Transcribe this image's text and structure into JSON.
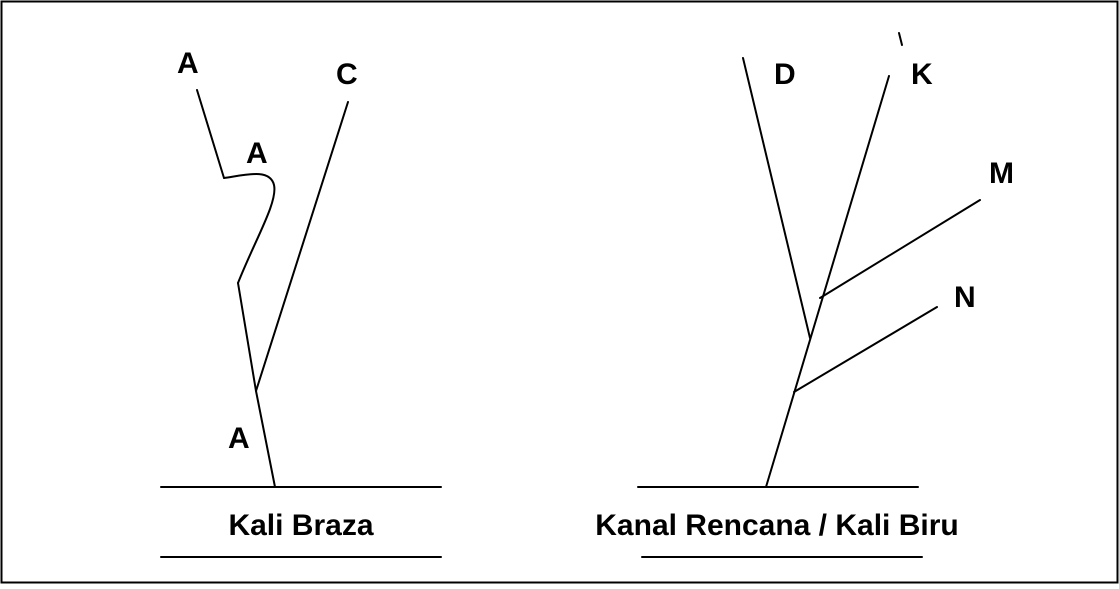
{
  "diagrams": {
    "left": {
      "river_name": "Kali Braza",
      "labels": {
        "top_branch": "A",
        "middle_branch": "A",
        "bottom_trunk": "A",
        "right_branch": "C"
      }
    },
    "right": {
      "river_name": "Kanal Rencana / Kali Biru",
      "labels": {
        "branch_d": "D",
        "branch_k": "K",
        "branch_m": "M",
        "branch_n": "N"
      }
    }
  },
  "colors": {
    "line": "#000000",
    "text": "#000000",
    "background": "#ffffff"
  }
}
